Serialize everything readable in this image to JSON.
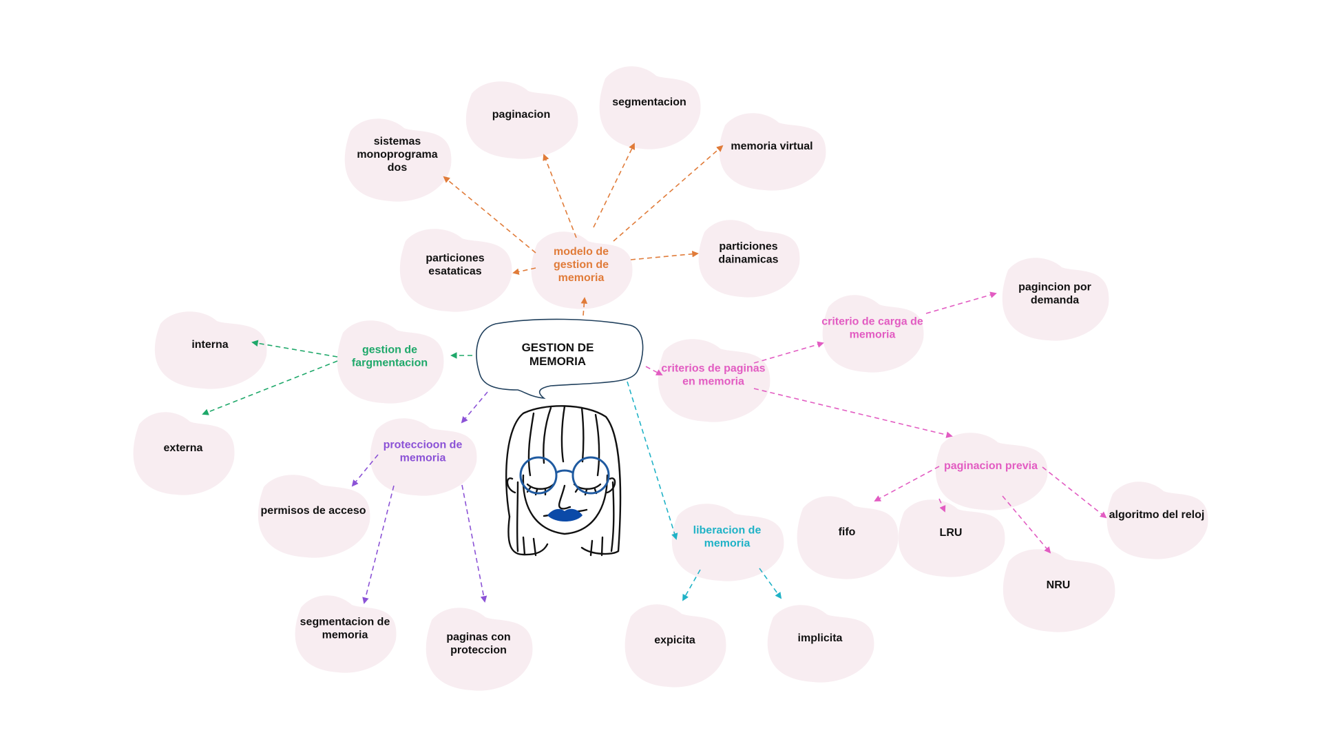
{
  "title": "GESTION DE MEMORIA",
  "colors": {
    "orange": "#e07b39",
    "green": "#1fa86a",
    "purple": "#8b52d6",
    "teal": "#20b2c6",
    "pink": "#e25cc2",
    "text": "#111111",
    "blob": "#f8edf1",
    "bubble_stroke": "#1f3f5c",
    "glasses": "#1f5aa0",
    "lips": "#0b4aa8"
  },
  "nodes": [
    {
      "id": "modelo",
      "label": "modelo de gestion de memoria",
      "color": "orange",
      "lines": [
        "modelo de",
        "gestion de",
        "memoria"
      ]
    },
    {
      "id": "sistemas",
      "label": "sistemas monoprogramados",
      "color": "text",
      "lines": [
        "sistemas",
        "monoprograma",
        "dos"
      ]
    },
    {
      "id": "paginacion",
      "label": "paginacion",
      "color": "text",
      "lines": [
        "paginacion"
      ]
    },
    {
      "id": "segmentacion",
      "label": "segmentacion",
      "color": "text",
      "lines": [
        "segmentacion"
      ]
    },
    {
      "id": "virtual",
      "label": "memoria virtual",
      "color": "text",
      "lines": [
        "memoria virtual"
      ]
    },
    {
      "id": "esataticas",
      "label": "particiones esataticas",
      "color": "text",
      "lines": [
        "particiones",
        "esataticas"
      ]
    },
    {
      "id": "dainamicas",
      "label": "particiones dainamicas",
      "color": "text",
      "lines": [
        "particiones",
        "dainamicas"
      ]
    },
    {
      "id": "fragmentacion",
      "label": "gestion de fargmentacion",
      "color": "green",
      "lines": [
        "gestion de",
        "fargmentacion"
      ]
    },
    {
      "id": "interna",
      "label": "interna",
      "color": "text",
      "lines": [
        "interna"
      ]
    },
    {
      "id": "externa",
      "label": "externa",
      "color": "text",
      "lines": [
        "externa"
      ]
    },
    {
      "id": "proteccion",
      "label": "proteccioon de memoria",
      "color": "purple",
      "lines": [
        "proteccioon de",
        "memoria"
      ]
    },
    {
      "id": "permisos",
      "label": "permisos de acceso",
      "color": "text",
      "lines": [
        "permisos de acceso"
      ]
    },
    {
      "id": "segmem",
      "label": "segmentacion de memoria",
      "color": "text",
      "lines": [
        "segmentacion de",
        "memoria"
      ]
    },
    {
      "id": "pagprot",
      "label": "paginas con proteccion",
      "color": "text",
      "lines": [
        "paginas con",
        "proteccion"
      ]
    },
    {
      "id": "liberacion",
      "label": "liberacion de memoria",
      "color": "teal",
      "lines": [
        "liberacion de",
        "memoria"
      ]
    },
    {
      "id": "expicita",
      "label": "expicita",
      "color": "text",
      "lines": [
        "expicita"
      ]
    },
    {
      "id": "implicita",
      "label": "implicita",
      "color": "text",
      "lines": [
        "implicita"
      ]
    },
    {
      "id": "criterios",
      "label": "criterios de paginas en memoria",
      "color": "pink",
      "lines": [
        "criterios de paginas",
        "en memoria"
      ]
    },
    {
      "id": "carga",
      "label": "criterio de carga de memoria",
      "color": "pink",
      "lines": [
        "criterio de carga de",
        "memoria"
      ]
    },
    {
      "id": "demanda",
      "label": "pagincion por demanda",
      "color": "text",
      "lines": [
        "pagincion por",
        "demanda"
      ]
    },
    {
      "id": "previa",
      "label": "paginacion previa",
      "color": "pink",
      "lines": [
        "paginacion previa"
      ]
    },
    {
      "id": "fifo",
      "label": "fifo",
      "color": "text",
      "lines": [
        "fifo"
      ]
    },
    {
      "id": "lru",
      "label": "LRU",
      "color": "text",
      "lines": [
        "LRU"
      ]
    },
    {
      "id": "nru",
      "label": "NRU",
      "color": "text",
      "lines": [
        "NRU"
      ]
    },
    {
      "id": "reloj",
      "label": "algoritmo del reloj",
      "color": "text",
      "lines": [
        "algoritmo del reloj"
      ]
    }
  ],
  "edges": [
    {
      "from": "center",
      "to": "modelo",
      "color": "orange"
    },
    {
      "from": "modelo",
      "to": "sistemas",
      "color": "orange"
    },
    {
      "from": "modelo",
      "to": "paginacion",
      "color": "orange"
    },
    {
      "from": "modelo",
      "to": "segmentacion",
      "color": "orange"
    },
    {
      "from": "modelo",
      "to": "virtual",
      "color": "orange"
    },
    {
      "from": "modelo",
      "to": "esataticas",
      "color": "orange"
    },
    {
      "from": "modelo",
      "to": "dainamicas",
      "color": "orange"
    },
    {
      "from": "center",
      "to": "fragmentacion",
      "color": "green"
    },
    {
      "from": "fragmentacion",
      "to": "interna",
      "color": "green"
    },
    {
      "from": "fragmentacion",
      "to": "externa",
      "color": "green"
    },
    {
      "from": "center",
      "to": "proteccion",
      "color": "purple"
    },
    {
      "from": "proteccion",
      "to": "permisos",
      "color": "purple"
    },
    {
      "from": "proteccion",
      "to": "segmem",
      "color": "purple"
    },
    {
      "from": "proteccion",
      "to": "pagprot",
      "color": "purple"
    },
    {
      "from": "center",
      "to": "liberacion",
      "color": "teal"
    },
    {
      "from": "liberacion",
      "to": "expicita",
      "color": "teal"
    },
    {
      "from": "liberacion",
      "to": "implicita",
      "color": "teal"
    },
    {
      "from": "center",
      "to": "criterios",
      "color": "pink"
    },
    {
      "from": "criterios",
      "to": "carga",
      "color": "pink"
    },
    {
      "from": "carga",
      "to": "demanda",
      "color": "pink"
    },
    {
      "from": "criterios",
      "to": "previa",
      "color": "pink"
    },
    {
      "from": "previa",
      "to": "fifo",
      "color": "pink"
    },
    {
      "from": "previa",
      "to": "lru",
      "color": "pink"
    },
    {
      "from": "previa",
      "to": "nru",
      "color": "pink"
    },
    {
      "from": "previa",
      "to": "reloj",
      "color": "pink"
    }
  ],
  "center": {
    "lines": [
      "GESTION DE",
      "MEMORIA"
    ]
  }
}
